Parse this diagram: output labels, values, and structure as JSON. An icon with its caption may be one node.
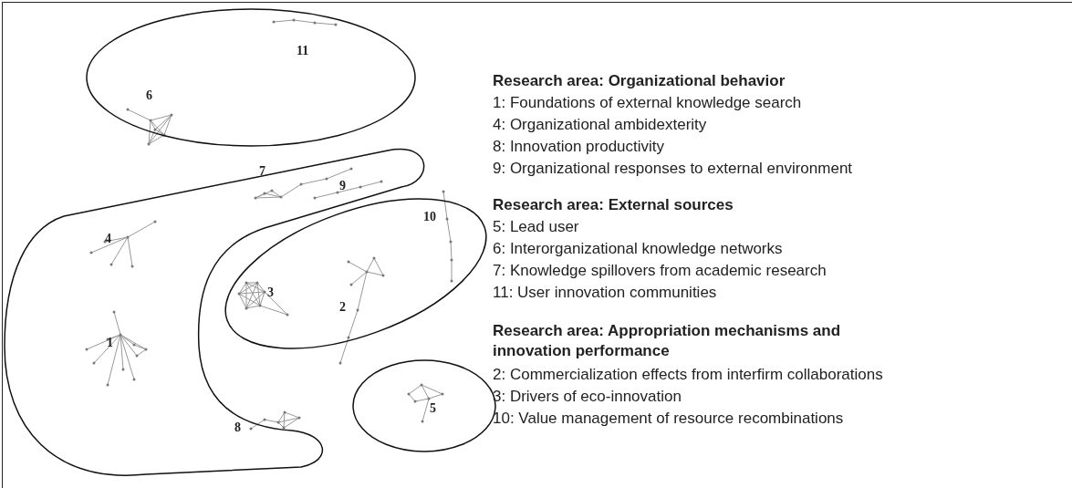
{
  "diagram": {
    "nodes": [
      {
        "text": [
          "11",
          "6",
          "7"
        ]
      },
      {
        "text": [
          "9",
          "4",
          "1",
          "8"
        ]
      },
      {
        "text": [
          "10",
          "3",
          "2"
        ]
      },
      {
        "text": [
          "5"
        ]
      }
    ],
    "labels": [
      "Research area: Organizational behavior",
      "1: Foundations of external knowledge search",
      "4: Organizational ambidexterity",
      "8: Innovation productivity",
      "9: Organizational responses to external environment",
      "Research area: External sources",
      "5: Lead user",
      "6: Interorganizational knowledge networks",
      "7: Knowledge spillovers from academic research",
      "11: User innovation communities",
      "Research area: Appropriation mechanisms and innovation performance",
      "2: Commercialization effects from interfirm collaborations",
      "3: Drivers of eco-innovation",
      "10: Value management of resource recombinations"
    ]
  }
}
